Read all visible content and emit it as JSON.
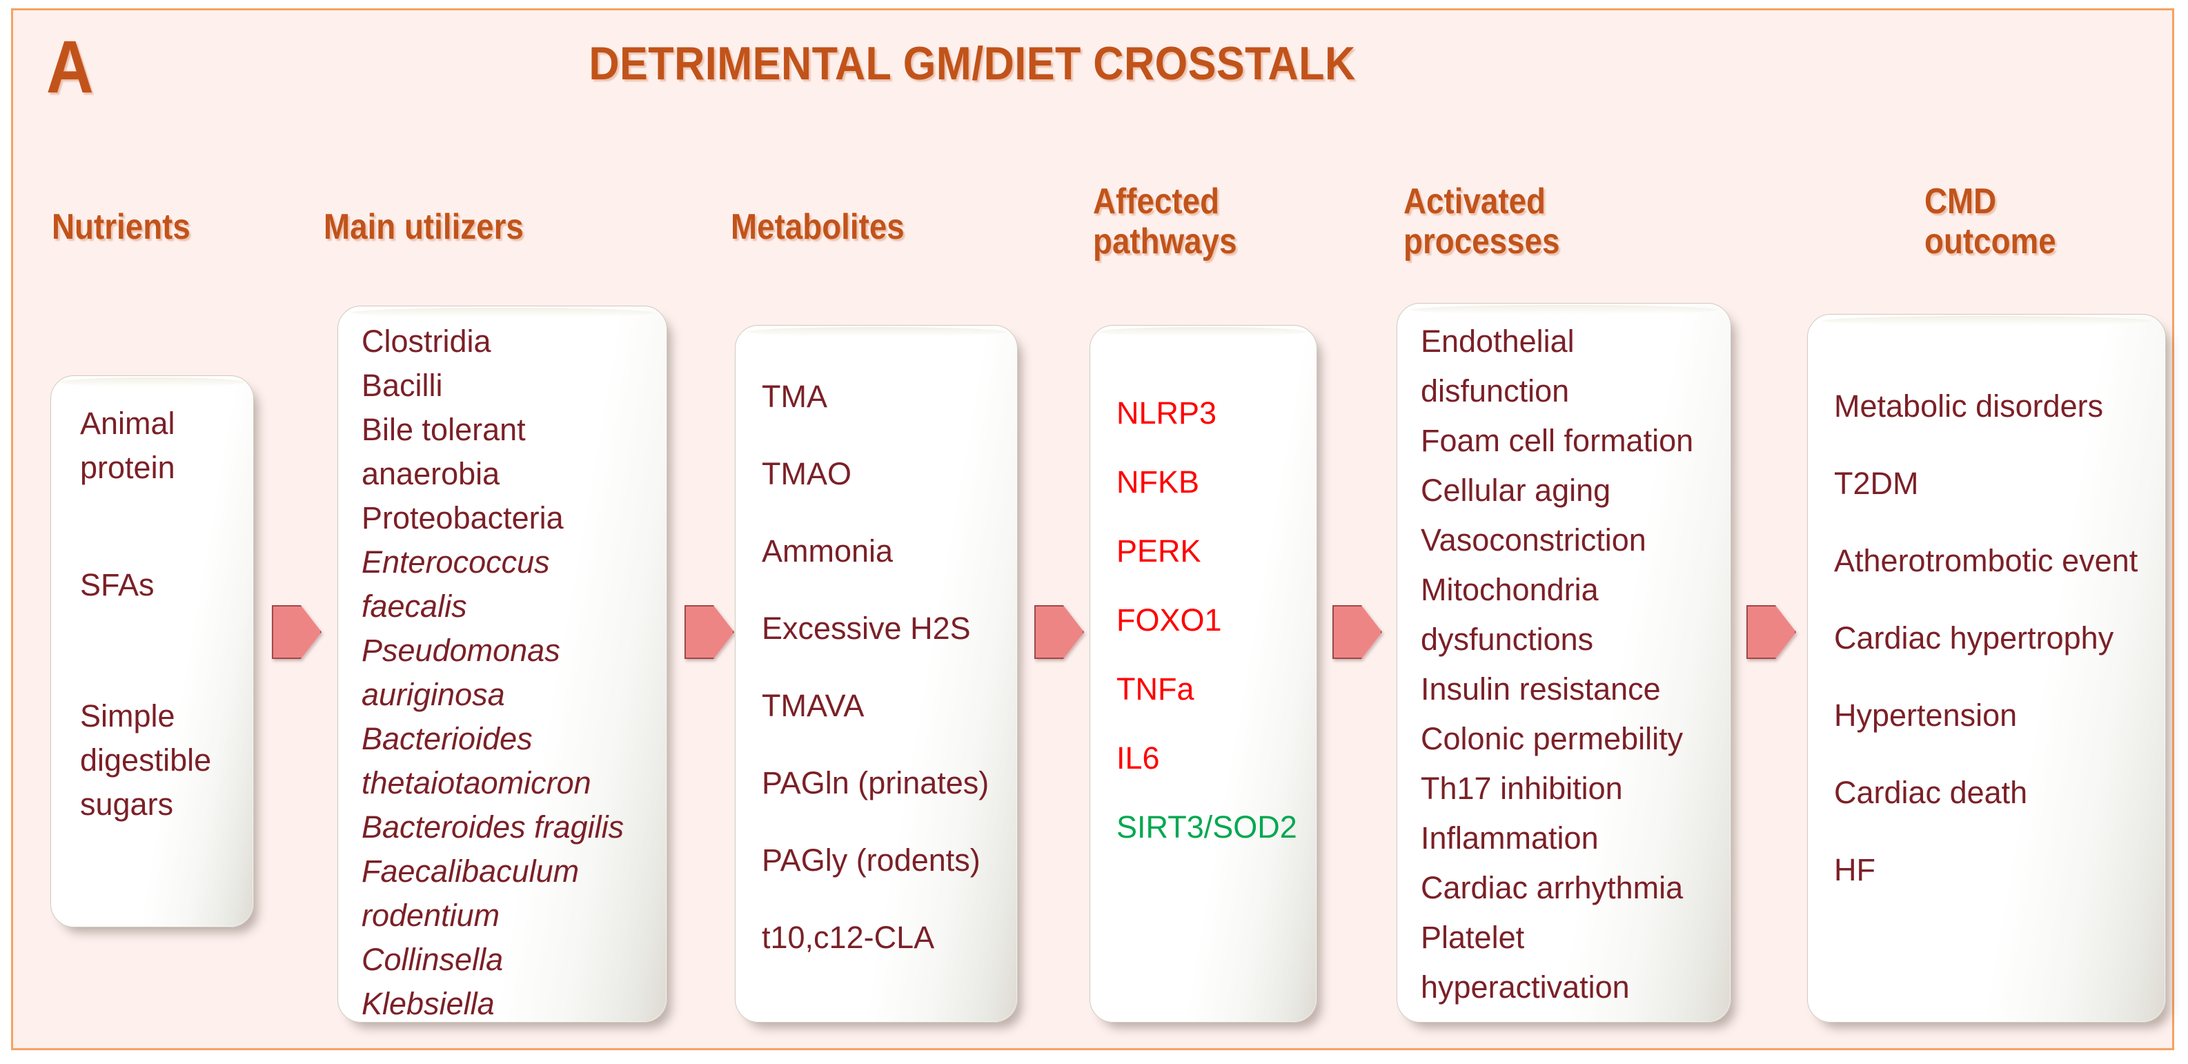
{
  "panel": {
    "letter": "A",
    "title": "DETRIMENTAL GM/DIET CROSSTALK",
    "background_color": "#fdf0ed",
    "border_color": "#f5a263",
    "heading_color": "#c1531a",
    "body_text_color": "#7b2027",
    "highlight_red": "#ff0000",
    "highlight_green": "#00a850",
    "arrow_color": "#ee8585"
  },
  "columns": [
    {
      "id": "nutrients",
      "header": "Nutrients",
      "items": [
        {
          "text": "Animal",
          "style": "plain"
        },
        {
          "text": "protein",
          "style": "plain"
        },
        {
          "text": "SFAs",
          "style": "plain"
        },
        {
          "text": "Simple",
          "style": "plain"
        },
        {
          "text": "digestible",
          "style": "plain"
        },
        {
          "text": "sugars",
          "style": "plain"
        }
      ]
    },
    {
      "id": "main-utilizers",
      "header": "Main utilizers",
      "items": [
        {
          "text": "Clostridia",
          "style": "plain"
        },
        {
          "text": "Bacilli",
          "style": "plain"
        },
        {
          "text": "Bile tolerant",
          "style": "plain"
        },
        {
          "text": "anaerobia",
          "style": "plain"
        },
        {
          "text": "Proteobacteria",
          "style": "plain"
        },
        {
          "text": "Enterococcus",
          "style": "italic"
        },
        {
          "text": "faecalis",
          "style": "italic"
        },
        {
          "text": "Pseudomonas",
          "style": "italic"
        },
        {
          "text": "auriginosa",
          "style": "italic"
        },
        {
          "text": "Bacterioides",
          "style": "italic"
        },
        {
          "text": "thetaiotaomicron",
          "style": "italic"
        },
        {
          "text": "Bacteroides fragilis",
          "style": "italic"
        },
        {
          "text": "Faecalibaculum",
          "style": "italic"
        },
        {
          "text": "rodentium",
          "style": "italic"
        },
        {
          "text": "Collinsella",
          "style": "italic"
        },
        {
          "text": "Klebsiella",
          "style": "italic"
        }
      ]
    },
    {
      "id": "metabolites",
      "header": "Metabolites",
      "items": [
        {
          "text": "TMA",
          "style": "plain"
        },
        {
          "text": "TMAO",
          "style": "plain"
        },
        {
          "text": "Ammonia",
          "style": "plain"
        },
        {
          "text": "Excessive H2S",
          "style": "plain"
        },
        {
          "text": "TMAVA",
          "style": "plain"
        },
        {
          "text": "PAGln (prinates)",
          "style": "plain"
        },
        {
          "text": "PAGly (rodents)",
          "style": "plain"
        },
        {
          "text": "t10,c12-CLA",
          "style": "plain"
        }
      ]
    },
    {
      "id": "affected-pathways",
      "header": "Affected\npathways",
      "items": [
        {
          "text": "NLRP3",
          "style": "red"
        },
        {
          "text": "NFKB",
          "style": "red"
        },
        {
          "text": "PERK",
          "style": "red"
        },
        {
          "text": "FOXO1",
          "style": "red"
        },
        {
          "text": "TNFa",
          "style": "red"
        },
        {
          "text": "IL6",
          "style": "red"
        },
        {
          "text": "SIRT3/SOD2",
          "style": "green"
        }
      ]
    },
    {
      "id": "activated-processes",
      "header": "Activated\nprocesses",
      "items": [
        {
          "text": "Endothelial",
          "style": "plain"
        },
        {
          "text": "disfunction",
          "style": "plain"
        },
        {
          "text": "Foam cell formation",
          "style": "plain"
        },
        {
          "text": "Cellular aging",
          "style": "plain"
        },
        {
          "text": "Vasoconstriction",
          "style": "plain"
        },
        {
          "text": "Mitochondria",
          "style": "plain"
        },
        {
          "text": "dysfunctions",
          "style": "plain"
        },
        {
          "text": "Insulin resistance",
          "style": "plain"
        },
        {
          "text": "Colonic permebility",
          "style": "plain"
        },
        {
          "text": "Th17 inhibition",
          "style": "plain"
        },
        {
          "text": "Inflammation",
          "style": "plain"
        },
        {
          "text": "Cardiac arrhythmia",
          "style": "plain"
        },
        {
          "text": "Platelet",
          "style": "plain"
        },
        {
          "text": "hyperactivation",
          "style": "plain"
        }
      ]
    },
    {
      "id": "cmd-outcome",
      "header": "CMD\noutcome",
      "items": [
        {
          "text": "Metabolic disorders",
          "style": "plain"
        },
        {
          "text": "T2DM",
          "style": "plain"
        },
        {
          "text": "Atherotrombotic event",
          "style": "plain"
        },
        {
          "text": "Cardiac hypertrophy",
          "style": "plain"
        },
        {
          "text": "Hypertension",
          "style": "plain"
        },
        {
          "text": "Cardiac death",
          "style": "plain"
        },
        {
          "text": "HF",
          "style": "plain"
        }
      ]
    }
  ],
  "arrows": [
    {
      "id": "arrow-nutrients-to-utilizers"
    },
    {
      "id": "arrow-utilizers-to-metabolites"
    },
    {
      "id": "arrow-metabolites-to-pathways"
    },
    {
      "id": "arrow-pathways-to-processes"
    },
    {
      "id": "arrow-processes-to-outcome"
    }
  ]
}
